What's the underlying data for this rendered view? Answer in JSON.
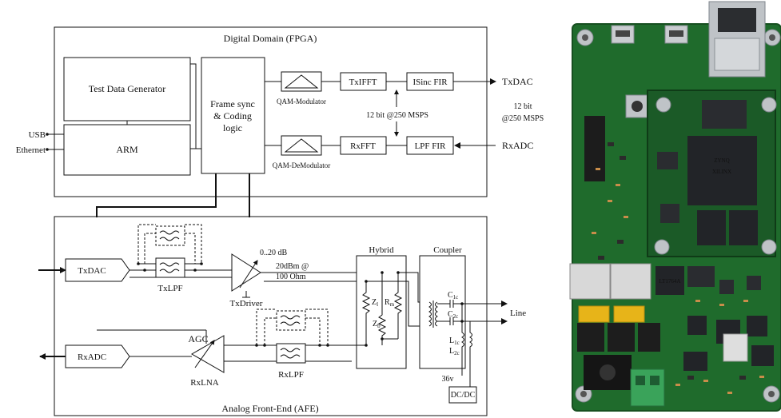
{
  "digital": {
    "title": "Digital Domain (FPGA)",
    "test_data_generator": "Test Data Generator",
    "arm": "ARM",
    "frame_sync": [
      "Frame sync",
      "& Coding",
      "logic"
    ],
    "qam_mod": "QAM-Modulator",
    "qam_demod": "QAM-DeModulator",
    "txifft": "TxIFFT",
    "rxfft": "RxFFT",
    "isinc_fir": "ISinc FIR",
    "lpf_fir": "LPF FIR",
    "bits_mid": "12 bit @250 MSPS",
    "bits_right": [
      "12 bit",
      "@250 MSPS"
    ],
    "txdac_out": "TxDAC",
    "rxadc_in": "RxADC",
    "usb": "USB",
    "ethernet": "Ethernet"
  },
  "analog": {
    "title": "Analog Front-End (AFE)",
    "txdac": "TxDAC",
    "rxadc": "RxADC",
    "txlpf": "TxLPF",
    "rxlpf": "RxLPF",
    "gain_range": "0..20 dB",
    "drive_spec": [
      "20dBm @",
      "100 Ohm"
    ],
    "txdriver": "TxDriver",
    "agc": "AGC",
    "rxlna": "RxLNA",
    "hybrid": "Hybrid",
    "coupler": "Coupler",
    "zl": "Z",
    "zl_sub": "l",
    "zb": "Z",
    "zb_sub": "b",
    "rm": "R",
    "rm_sub": "m",
    "c1c": "C",
    "c1c_sub": "1c",
    "c2c": "C",
    "c2c_sub": "2c",
    "l1c": "L",
    "l1c_sub": "1c",
    "l2c": "L",
    "l2c_sub": "2c",
    "line": "Line",
    "voltage": "36v",
    "dcdc": "DC/DC"
  },
  "board": {
    "chip_brand": "ZYNQ",
    "chip_vendor": "XILINX",
    "ic_label": "LT1764A",
    "colors": {
      "pcb": "#1f6b2c",
      "pcb_dark": "#174f20",
      "chip": "#222428",
      "silver": "#bfc3c7",
      "connector_green": "#3aa35a",
      "tantalum": "#e7b419"
    }
  }
}
